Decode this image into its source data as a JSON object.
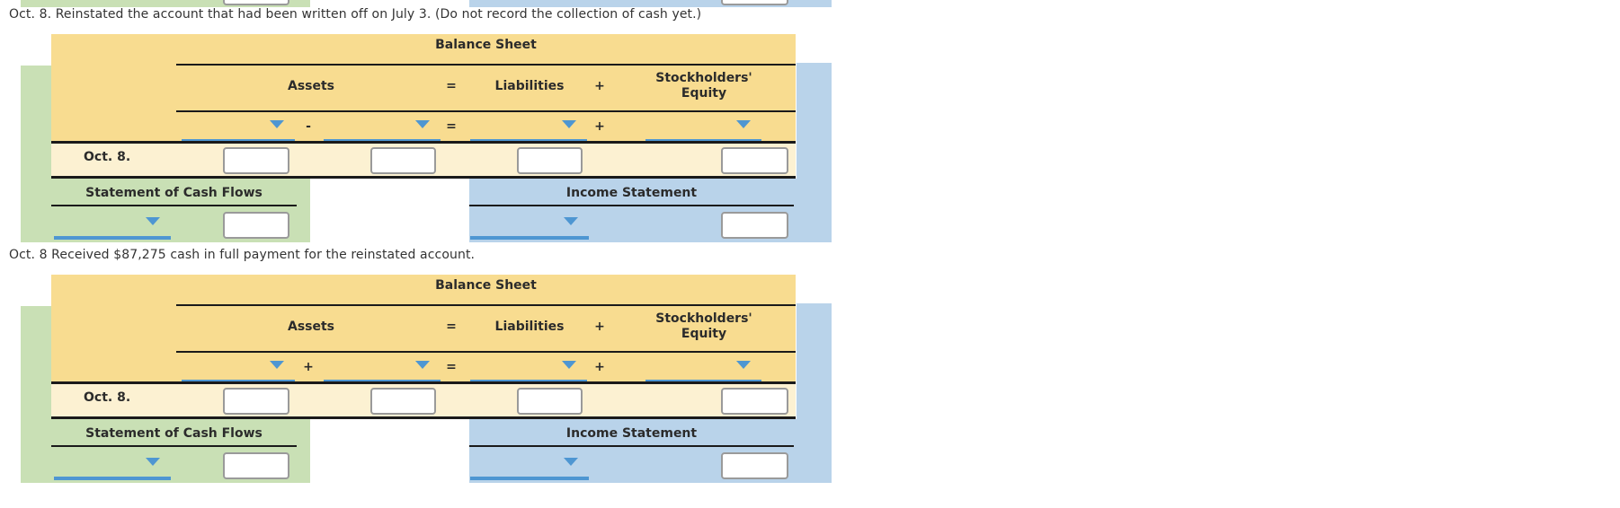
{
  "colors": {
    "header_yellow": "#F8DC90",
    "entry_row_cream": "#FCF1D2",
    "cash_flow_green": "#C9E0B5",
    "income_blue": "#B9D3EA",
    "dropdown_accent": "#4E96D2",
    "grid_line": "#1a1a1a",
    "input_border": "#9a9a9a",
    "text": "#333333"
  },
  "sections": [
    {
      "prompt": "Oct. 8. Reinstated the account that had been written off on July 3. (Do not record the collection of cash yet.)",
      "balance_sheet": {
        "title": "Balance Sheet",
        "assets_label": "Assets",
        "header_equals": "=",
        "liabilities_label": "Liabilities",
        "header_plus": "+",
        "stockholders_equity_label": "Stockholders'\nEquity",
        "operator_1": "-",
        "operator_2": "=",
        "operator_3": "+",
        "date_label": "Oct. 8.",
        "dropdown_values": [
          "",
          "",
          "",
          ""
        ],
        "input_values": [
          "",
          "",
          "",
          ""
        ]
      },
      "cash_flow_panel": {
        "title": "Statement of Cash Flows",
        "dropdown_value": "",
        "input_value": ""
      },
      "income_panel": {
        "title": "Income Statement",
        "dropdown_value": "",
        "input_value": ""
      }
    },
    {
      "prompt": "Oct. 8 Received $87,275 cash in full payment for the reinstated account.",
      "balance_sheet": {
        "title": "Balance Sheet",
        "assets_label": "Assets",
        "header_equals": "=",
        "liabilities_label": "Liabilities",
        "header_plus": "+",
        "stockholders_equity_label": "Stockholders'\nEquity",
        "operator_1": "+",
        "operator_2": "=",
        "operator_3": "+",
        "date_label": "Oct. 8.",
        "dropdown_values": [
          "",
          "",
          "",
          ""
        ],
        "input_values": [
          "",
          "",
          "",
          ""
        ]
      },
      "cash_flow_panel": {
        "title": "Statement of Cash Flows",
        "dropdown_value": "",
        "input_value": ""
      },
      "income_panel": {
        "title": "Income Statement",
        "dropdown_value": "",
        "input_value": ""
      }
    }
  ]
}
